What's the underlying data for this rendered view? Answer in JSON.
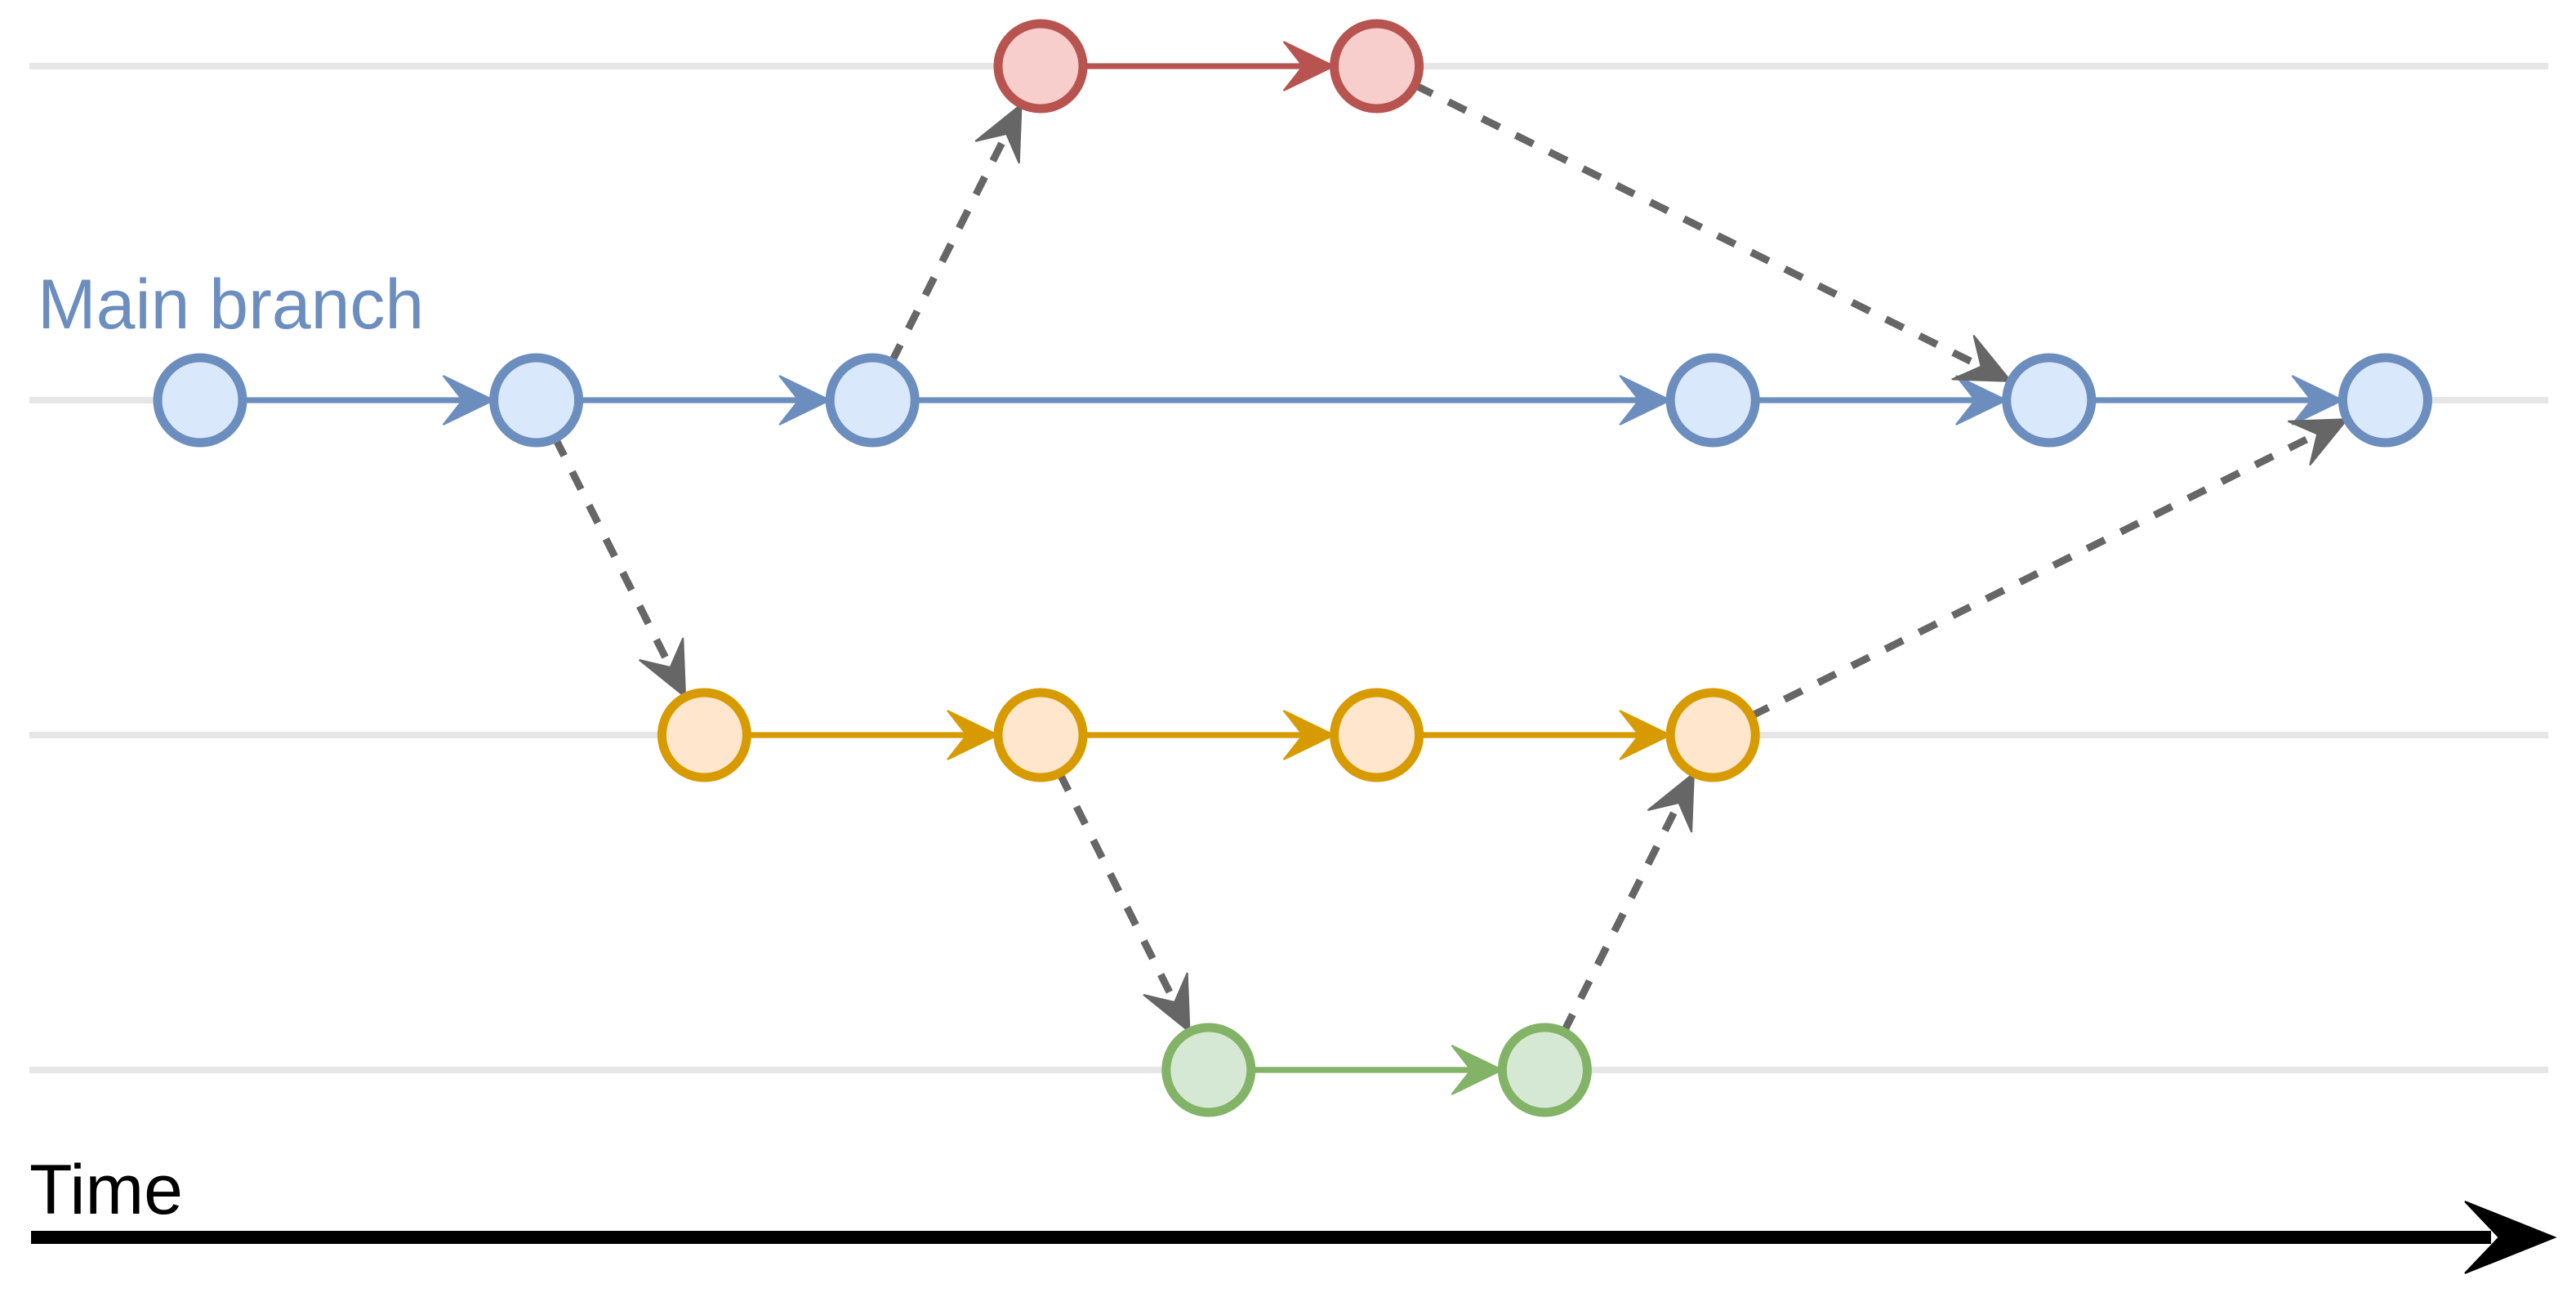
{
  "labels": {
    "main_branch": "Main branch",
    "time": "Time"
  },
  "colors": {
    "lane_line": "#e6e6e6",
    "main": {
      "stroke": "#6c8ebf",
      "fill": "#dae8fc"
    },
    "feature": {
      "stroke": "#b85450",
      "fill": "#f8cecc"
    },
    "develop": {
      "stroke": "#d79b00",
      "fill": "#ffe6cc"
    },
    "hotfix": {
      "stroke": "#82b366",
      "fill": "#d5e8d4"
    },
    "merge_arrow": "#666666",
    "time_axis": "#000000"
  },
  "branches": [
    {
      "id": "feature",
      "lane": 0,
      "commits": [
        5,
        7
      ]
    },
    {
      "id": "main",
      "lane": 1,
      "commits": [
        0,
        2,
        4,
        9,
        11,
        13
      ]
    },
    {
      "id": "develop",
      "lane": 2,
      "commits": [
        3,
        5,
        7,
        9
      ]
    },
    {
      "id": "hotfix",
      "lane": 3,
      "commits": [
        6,
        8
      ]
    }
  ],
  "merges": [
    {
      "from": [
        "main",
        1
      ],
      "to": [
        "develop",
        0
      ]
    },
    {
      "from": [
        "main",
        2
      ],
      "to": [
        "feature",
        0
      ]
    },
    {
      "from": [
        "feature",
        1
      ],
      "to": [
        "main",
        4
      ]
    },
    {
      "from": [
        "develop",
        1
      ],
      "to": [
        "hotfix",
        0
      ]
    },
    {
      "from": [
        "hotfix",
        1
      ],
      "to": [
        "develop",
        3
      ]
    },
    {
      "from": [
        "develop",
        3
      ],
      "to": [
        "main",
        5
      ]
    }
  ]
}
